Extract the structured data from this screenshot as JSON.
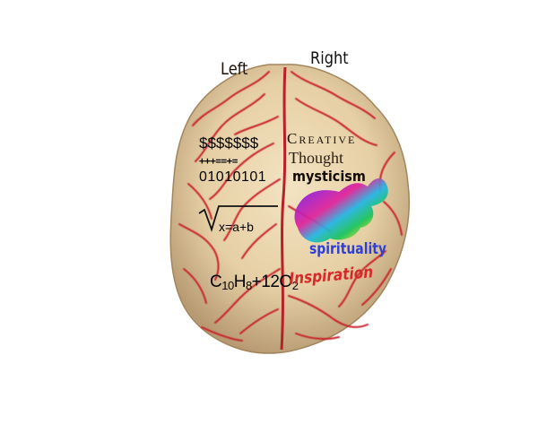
{
  "labels": {
    "left": "Left",
    "right": "Right"
  },
  "left_hemisphere": {
    "money": "$$$$$$$",
    "operators": "+++==+=",
    "binary": "01010101",
    "equation": "x=a+b",
    "formula": {
      "c": "C",
      "c_sub": "10",
      "h": "H",
      "h_sub": "8",
      "rest": "+12O",
      "o_sub": "2"
    }
  },
  "right_hemisphere": {
    "creative": "Creative",
    "thought": "Thought",
    "mysticism": "mysticism",
    "spirituality": "spirituality",
    "inspiration": "Inspiration"
  },
  "colors": {
    "brain_base": "#e8d2a8",
    "vessels": "#c8232c",
    "spirituality_text": "#2d3fd6",
    "inspiration_text": "#d62a2a"
  }
}
